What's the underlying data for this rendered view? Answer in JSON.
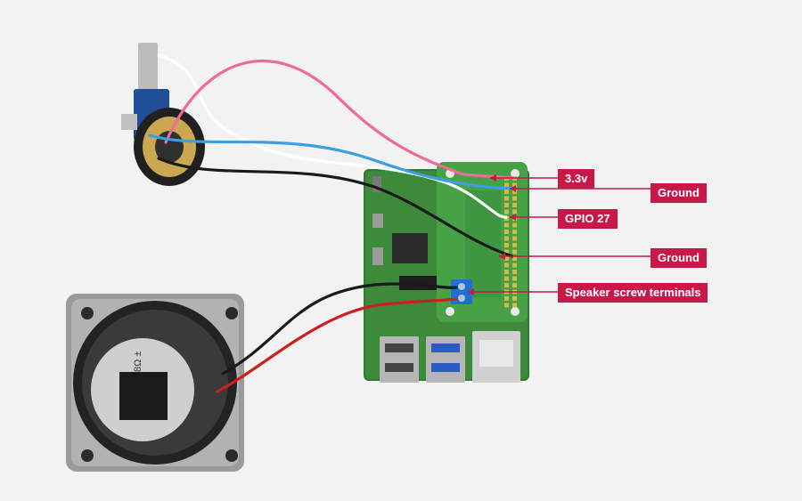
{
  "colors": {
    "callout_bg": "#c8184a",
    "callout_line": "#c8184a",
    "background": "#f2f2f2",
    "pcb_green": "#3d8a3a",
    "wire_white": "#ffffff",
    "wire_pink": "#f06a9a",
    "wire_blue": "#3aa0e0",
    "wire_black": "#1a1a1a",
    "wire_red": "#cc2020",
    "terminal_blue": "#1d6fd0"
  },
  "callouts": [
    {
      "id": "3v3",
      "label": "3.3v"
    },
    {
      "id": "ground-top",
      "label": "Ground"
    },
    {
      "id": "gpio27",
      "label": "GPIO 27"
    },
    {
      "id": "ground-bottom",
      "label": "Ground"
    },
    {
      "id": "speaker-terminals",
      "label": "Speaker screw terminals"
    }
  ],
  "components": {
    "button": "push-button",
    "board": "raspberry-pi-with-amp-hat",
    "speaker": "speaker"
  },
  "speaker_marking": "8Ω ±"
}
